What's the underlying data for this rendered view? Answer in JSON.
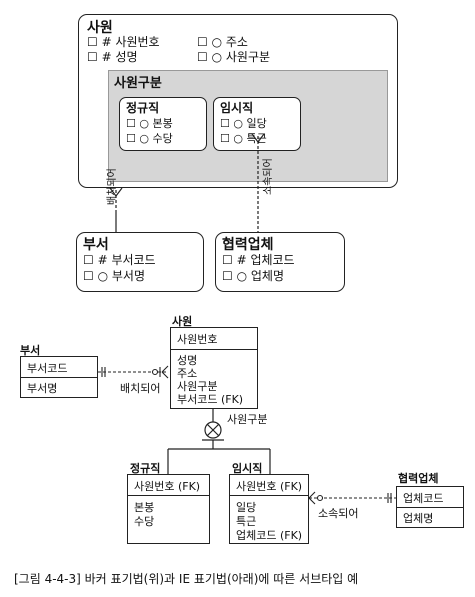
{
  "barker": {
    "employee": {
      "title": "사원",
      "attrs": [
        "☐ # 사원번호",
        "☐ # 성명",
        "☐ ○ 주소",
        "☐ ○ 사원구분"
      ],
      "subtype_group": {
        "title": "사원구분",
        "regular": {
          "title": "정규직",
          "attrs": [
            "☐ ○ 본봉",
            "☐ ○ 수당"
          ]
        },
        "temporary": {
          "title": "임시직",
          "attrs": [
            "☐ ○ 일당",
            "☐ ○ 특근"
          ]
        }
      }
    },
    "dept": {
      "title": "부서",
      "attrs": [
        "☐ # 부서코드",
        "☐ ○ 부서명"
      ]
    },
    "partner": {
      "title": "협력업체",
      "attrs": [
        "☐ # 업체코드",
        "☐ ○ 업체명"
      ]
    },
    "rel_assigned": "배치되어",
    "rel_belongs": "소속되어"
  },
  "ie": {
    "employee": {
      "title": "사원",
      "pk": [
        "사원번호"
      ],
      "attrs": [
        "성명",
        "주소",
        "사원구분",
        "부서코드 (FK)"
      ]
    },
    "dept": {
      "title": "부서",
      "pk": [
        "부서코드"
      ],
      "attrs": [
        "부서명"
      ]
    },
    "regular": {
      "title": "정규직",
      "pk": [
        "사원번호 (FK)"
      ],
      "attrs": [
        "본봉",
        "수당"
      ]
    },
    "temporary": {
      "title": "임시직",
      "pk": [
        "사원번호 (FK)"
      ],
      "attrs": [
        "일당",
        "특근",
        "업체코드 (FK)"
      ]
    },
    "partner": {
      "title": "협력업체",
      "pk": [
        "업체코드"
      ],
      "attrs": [
        "업체명"
      ]
    },
    "discriminator": "사원구분",
    "rel_assigned": "배치되어",
    "rel_belongs": "소속되어"
  },
  "caption": "[그림 4-4-3] 바커 표기법(위)과 IE 표기법(아래)에 따른 서브타입 예"
}
